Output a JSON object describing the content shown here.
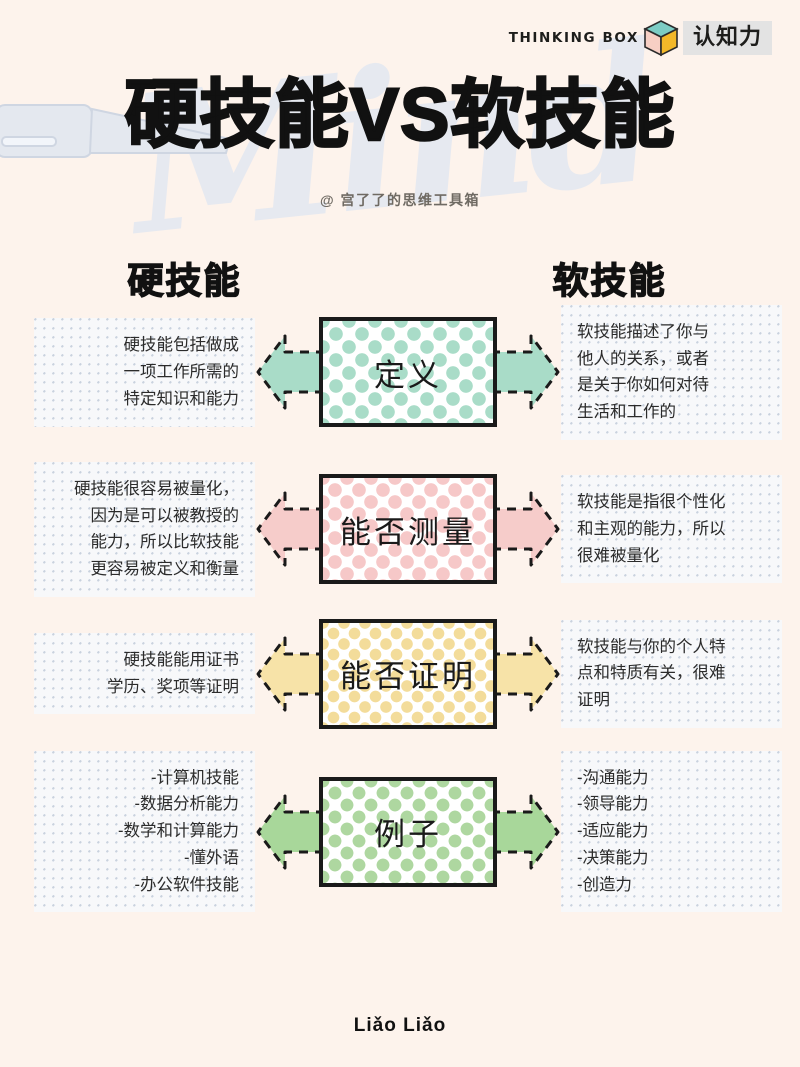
{
  "brand": {
    "text": "THINKING BOX",
    "cube_icon": "cube-icon",
    "cn_label": "认知力",
    "cube_top_color": "#7cccc4",
    "cube_left_color": "#f7cfc4",
    "cube_right_color": "#f3b829"
  },
  "header": {
    "title": "硬技能VS软技能",
    "subtitle": "@ 宫了了的思维工具箱",
    "watermark": "Mind"
  },
  "columns": {
    "left_label": "硬技能",
    "right_label": "软技能"
  },
  "rows": [
    {
      "center_label": "定义",
      "accent": "#a9dcc8",
      "pattern": "pat-mint",
      "left_text": "硬技能包括做成\n一项工作所需的\n特定知识和能力",
      "right_text": "软技能描述了你与\n他人的关系，或者\n是关于你如何对待\n生活和工作的"
    },
    {
      "center_label": "能否测量",
      "accent": "#f6ccca",
      "pattern": "pat-pink",
      "left_text": "硬技能很容易被量化，\n因为是可以被教授的\n能力，所以比软技能\n更容易被定义和衡量",
      "right_text": "软技能是指很个性化\n和主观的能力，所以\n很难被量化"
    },
    {
      "center_label": "能否证明",
      "accent": "#f7e3a8",
      "pattern": "pat-yellow",
      "left_text": "硬技能能用证书\n学历、奖项等证明",
      "right_text": "软技能与你的个人特\n点和特质有关，很难\n证明"
    },
    {
      "center_label": "例子",
      "accent": "#a8d79a",
      "pattern": "pat-green",
      "left_text": "-计算机技能\n-数据分析能力\n-数学和计算能力\n-懂外语\n-办公软件技能",
      "right_text": "-沟通能力\n-领导能力\n-适应能力\n-决策能力\n-创造力"
    }
  ],
  "footer": {
    "label": "Liǎo Liǎo"
  },
  "colors": {
    "background": "#fdf3ec",
    "text_box_bg": "#f7f8fa",
    "border": "#1a1a1a"
  }
}
